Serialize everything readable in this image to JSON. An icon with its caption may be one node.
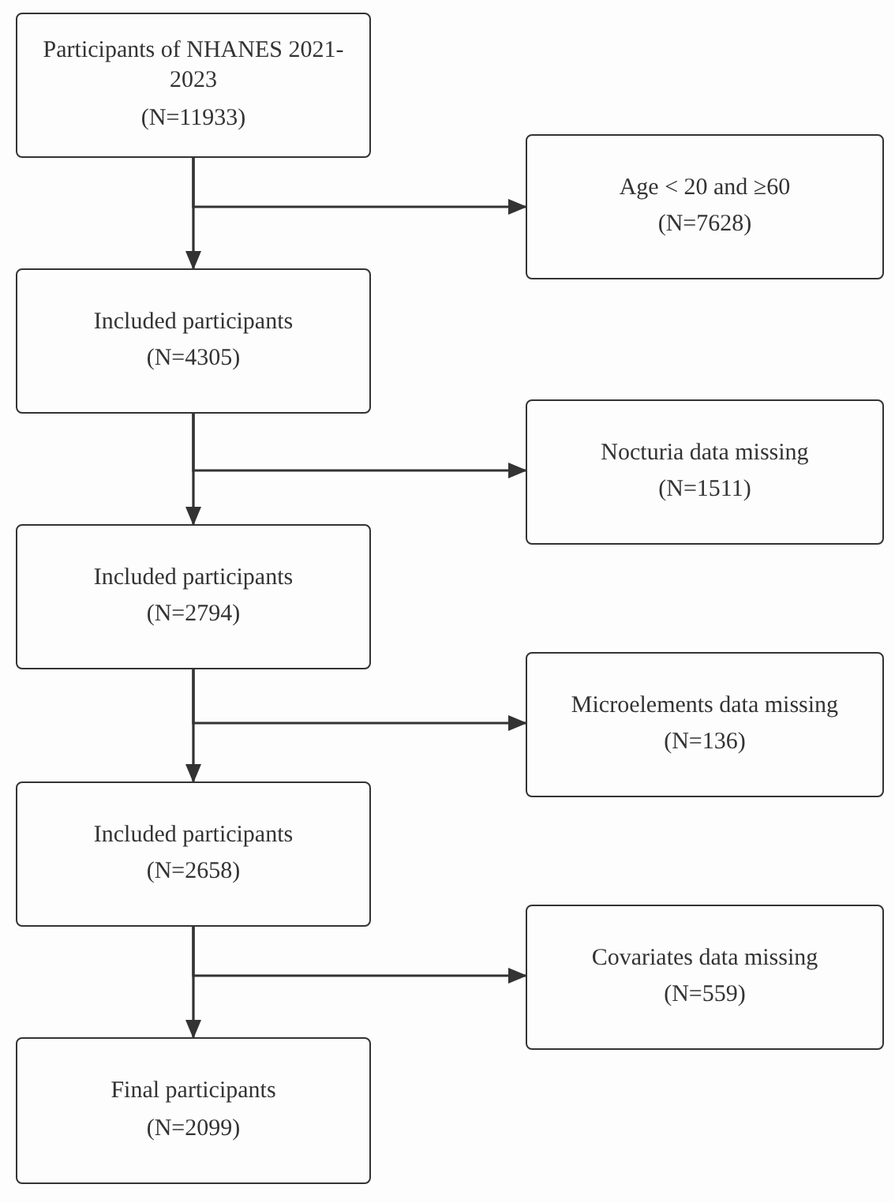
{
  "diagram": {
    "nodes": [
      {
        "text": [
          "Participants of NHANES 2021-2023",
          "(N=11933)"
        ]
      },
      {
        "text": [
          "Age < 20 and ≥60",
          "(N=7628)"
        ]
      },
      {
        "text": [
          "Included participants",
          "(N=4305)"
        ]
      },
      {
        "text": [
          "Nocturia data missing",
          "(N=1511)"
        ]
      },
      {
        "text": [
          "Included participants",
          "(N=2794)"
        ]
      },
      {
        "text": [
          "Microelements data missing",
          "(N=136)"
        ]
      },
      {
        "text": [
          "Included participants",
          "(N=2658)"
        ]
      },
      {
        "text": [
          "Covariates data missing",
          "(N=559)"
        ]
      },
      {
        "text": [
          "Final participants",
          "(N=2099)"
        ]
      }
    ],
    "edges": [
      {
        "from": 0,
        "to": 2,
        "arrow": "to"
      },
      {
        "from": 0,
        "to": 1,
        "arrow": "to"
      },
      {
        "from": 2,
        "to": 4,
        "arrow": "to"
      },
      {
        "from": 2,
        "to": 3,
        "arrow": "to"
      },
      {
        "from": 4,
        "to": 6,
        "arrow": "to"
      },
      {
        "from": 4,
        "to": 5,
        "arrow": "to"
      },
      {
        "from": 6,
        "to": 8,
        "arrow": "to"
      },
      {
        "from": 6,
        "to": 7,
        "arrow": "to"
      }
    ]
  }
}
